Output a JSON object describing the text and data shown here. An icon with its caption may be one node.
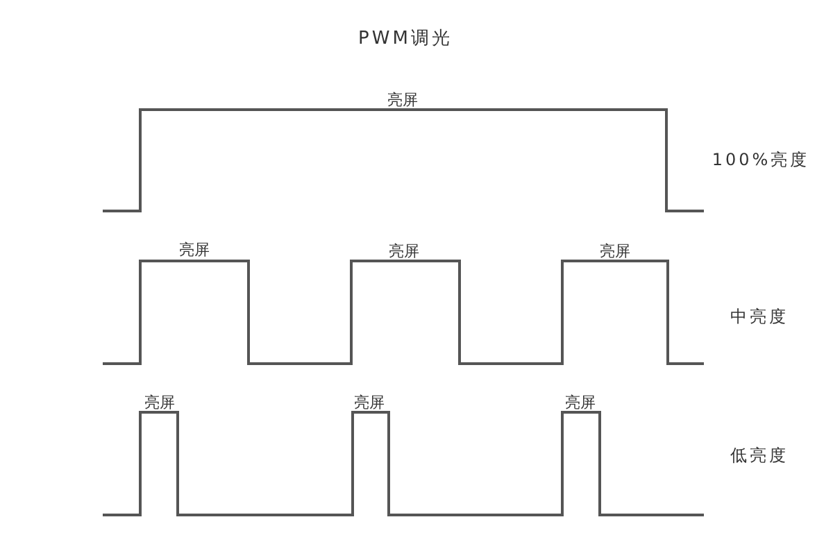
{
  "diagram": {
    "title": "PWM调光",
    "labels": [
      "亮屏",
      "100%亮度",
      "亮屏",
      "亮屏",
      "亮屏",
      "中亮度",
      "亮屏",
      "亮屏",
      "亮屏",
      "低亮度"
    ]
  }
}
